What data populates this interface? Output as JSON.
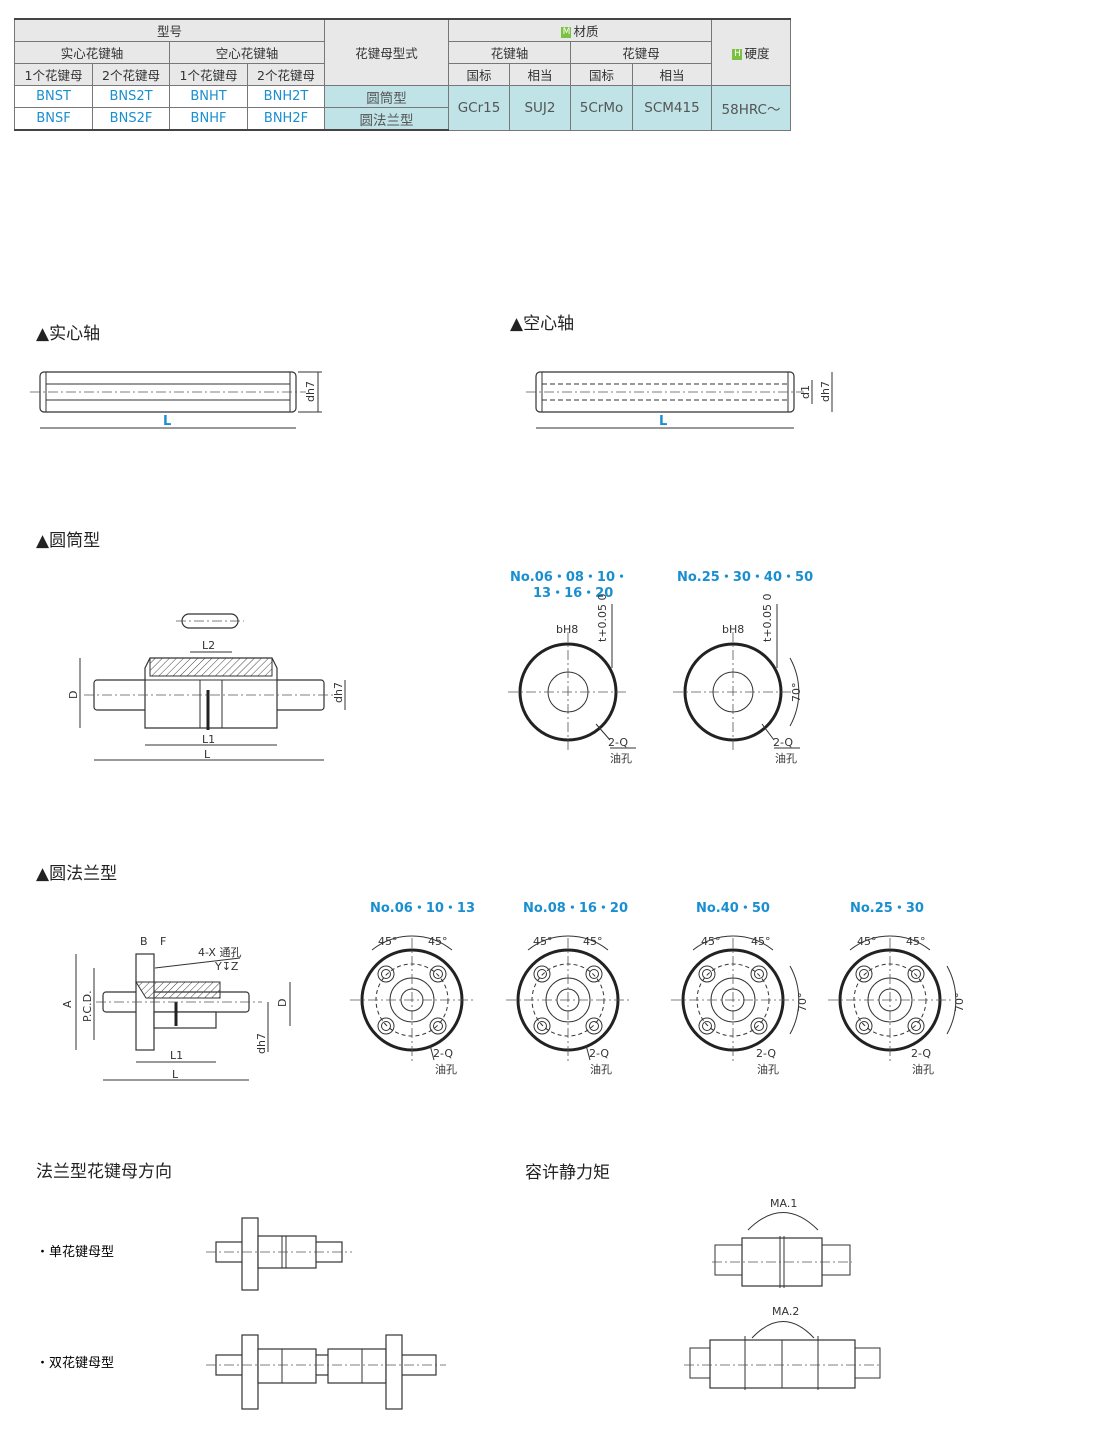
{
  "table": {
    "header": {
      "model": "型号",
      "solid_shaft": "实心花键轴",
      "hollow_shaft": "空心花键轴",
      "one_nut": "1个花键母",
      "two_nut": "2个花键母",
      "nut_type": "花键母型式",
      "material_tag": "M",
      "material": "材质",
      "spline_shaft": "花键轴",
      "spline_nut": "花键母",
      "gb": "国标",
      "equiv": "相当",
      "hardness_tag": "H",
      "hardness": "硬度"
    },
    "rows": [
      {
        "s1": "BNST",
        "s2": "BNS2T",
        "h1": "BNHT",
        "h2": "BNH2T",
        "type": "圆筒型"
      },
      {
        "s1": "BNSF",
        "s2": "BNS2F",
        "h1": "BNHF",
        "h2": "BNH2F",
        "type": "圆法兰型"
      }
    ],
    "materials": {
      "shaft_gb": "GCr15",
      "shaft_eq": "SUJ2",
      "nut_gb": "5CrMo",
      "nut_eq": "SCM415",
      "hardness": "58HRC～"
    }
  },
  "sections": {
    "solid": "▲实心轴",
    "hollow": "▲空心轴",
    "cylinder": "▲圆筒型",
    "flange": "▲圆法兰型",
    "orientation": "法兰型花键母方向",
    "moment": "容许静力矩",
    "single": "・单花键母型",
    "double": "・双花键母型"
  },
  "labels": {
    "L": "L",
    "L1": "L1",
    "L2": "L2",
    "D": "D",
    "dh7": "dh7",
    "d1": "d1",
    "A": "A",
    "pcd": "P.C.D.",
    "B": "B",
    "F": "F",
    "holes": "4-X 通孔",
    "counterbore": "Y↧Z",
    "bh8": "bH8",
    "tol": "t+0.05 0",
    "q": "2-Q",
    "oil": "油孔",
    "deg45": "45°",
    "deg70": "70°",
    "ma1": "MA.1",
    "ma2": "MA.2"
  },
  "cyl_nos": [
    "No.06・08・10・",
    "13・16・20",
    "No.25・30・40・50"
  ],
  "flange_nos": [
    "No.06・10・13",
    "No.08・16・20",
    "No.40・50",
    "No.25・30"
  ]
}
